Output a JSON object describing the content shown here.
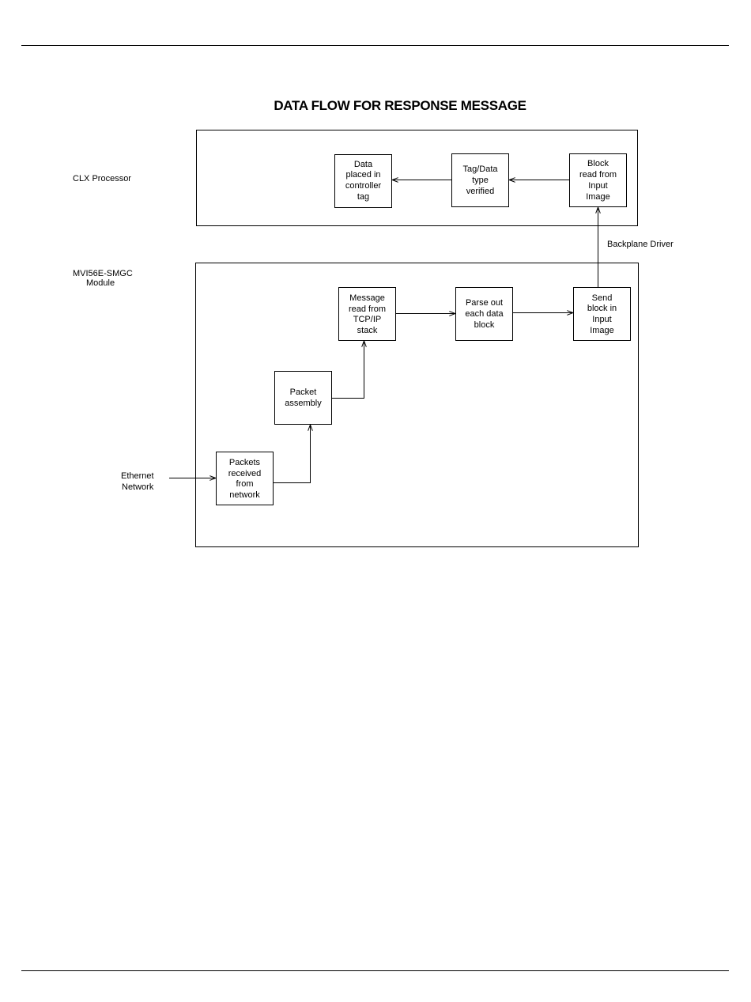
{
  "title": "DATA FLOW FOR RESPONSE MESSAGE",
  "regions": {
    "clx": {
      "label": "CLX Processor"
    },
    "module": {
      "label_line1": "MVI56E-SMGC",
      "label_line2": "Module"
    }
  },
  "boxes": {
    "data_placed": [
      "Data",
      "placed in",
      "controller",
      "tag"
    ],
    "tag_verified": [
      "Tag/Data",
      "type",
      "verified"
    ],
    "block_read": [
      "Block",
      "read from",
      "Input",
      "Image"
    ],
    "message_read": [
      "Message",
      "read from",
      "TCP/IP",
      "stack"
    ],
    "parse_out": [
      "Parse out",
      "each data",
      "block"
    ],
    "send_block": [
      "Send",
      "block in",
      "Input",
      "Image"
    ],
    "packet_assembly": [
      "Packet",
      "assembly"
    ],
    "packets_received": [
      "Packets",
      "received",
      "from",
      "network"
    ]
  },
  "labels": {
    "backplane": "Backplane Driver",
    "ethernet_line1": "Ethernet",
    "ethernet_line2": "Network"
  }
}
